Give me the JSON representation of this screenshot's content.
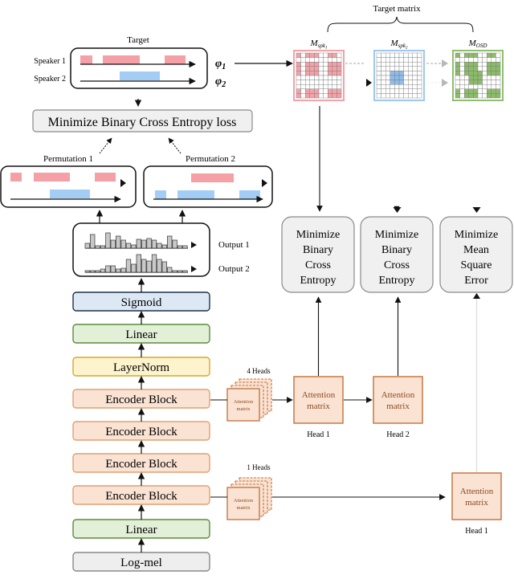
{
  "figure": {
    "target": {
      "title": "Target",
      "speaker_labels": [
        "Speaker 1",
        "Speaker 2"
      ],
      "permutation_symbols": [
        "φ1",
        "φ2"
      ]
    },
    "bce_loss_label": "Minimize Binary Cross Entropy loss",
    "permutations": [
      "Permutation 1",
      "Permutation 2"
    ],
    "outputs": [
      "Output 1",
      "Output 2"
    ],
    "encoder_stack": [
      {
        "label": "Sigmoid",
        "kind": "sigmoid"
      },
      {
        "label": "Linear",
        "kind": "linear"
      },
      {
        "label": "LayerNorm",
        "kind": "layernorm"
      },
      {
        "label": "Encoder Block",
        "kind": "encoder"
      },
      {
        "label": "Encoder Block",
        "kind": "encoder"
      },
      {
        "label": "Encoder Block",
        "kind": "encoder"
      },
      {
        "label": "Encoder Block",
        "kind": "encoder"
      },
      {
        "label": "Linear",
        "kind": "linear"
      },
      {
        "label": "Log-mel",
        "kind": "input"
      }
    ],
    "heads_stacks": [
      {
        "heads_label": "4 Heads",
        "card_label": [
          "Attention",
          "matrix"
        ]
      },
      {
        "heads_label": "1 Heads",
        "card_label": [
          "Attention",
          "matrix"
        ]
      }
    ],
    "attention_heads": [
      {
        "label": [
          "Attention",
          "matrix"
        ],
        "caption": "Head 1"
      },
      {
        "label": [
          "Attention",
          "matrix"
        ],
        "caption": "Head 2"
      },
      {
        "label": [
          "Attention",
          "matrix"
        ],
        "caption": "Head 1"
      }
    ],
    "target_matrix": {
      "title": "Target matrix",
      "matrices": [
        {
          "name": "M_spk1",
          "base": "M",
          "sub": "spk",
          "subsub": "1",
          "color": "#f4a3a8"
        },
        {
          "name": "M_spk2",
          "base": "M",
          "sub": "spk",
          "subsub": "2",
          "color": "#9ec8f0"
        },
        {
          "name": "M_OSD",
          "base": "M",
          "sub": "OSD",
          "subsub": "",
          "color": "#8fbf6e"
        }
      ]
    },
    "loss_boxes": [
      {
        "lines": [
          "Minimize",
          "Binary",
          "Cross",
          "Entropy"
        ]
      },
      {
        "lines": [
          "Minimize",
          "Binary",
          "Cross",
          "Entropy"
        ]
      },
      {
        "lines": [
          "Minimize",
          "Mean",
          "Square",
          "Error"
        ]
      }
    ]
  },
  "colors": {
    "speaker1": "#f4a0a6",
    "speaker2": "#a3cdf5",
    "sigmoid_fill": "#dde8f5",
    "sigmoid_stroke": "#1f2f4a",
    "linear_fill": "#e3f0d8",
    "linear_stroke": "#5a8a3c",
    "layernorm_fill": "#fdf3cc",
    "layernorm_stroke": "#d4a82a",
    "encoder_fill": "#fbe3d4",
    "encoder_stroke": "#e0a070",
    "input_fill": "#eeeeee",
    "input_stroke": "#888888",
    "attn_fill": "#fbe3d4",
    "attn_stroke": "#c0703a",
    "loss_fill": "#f0f0f0",
    "loss_stroke": "#8a8a8a"
  }
}
